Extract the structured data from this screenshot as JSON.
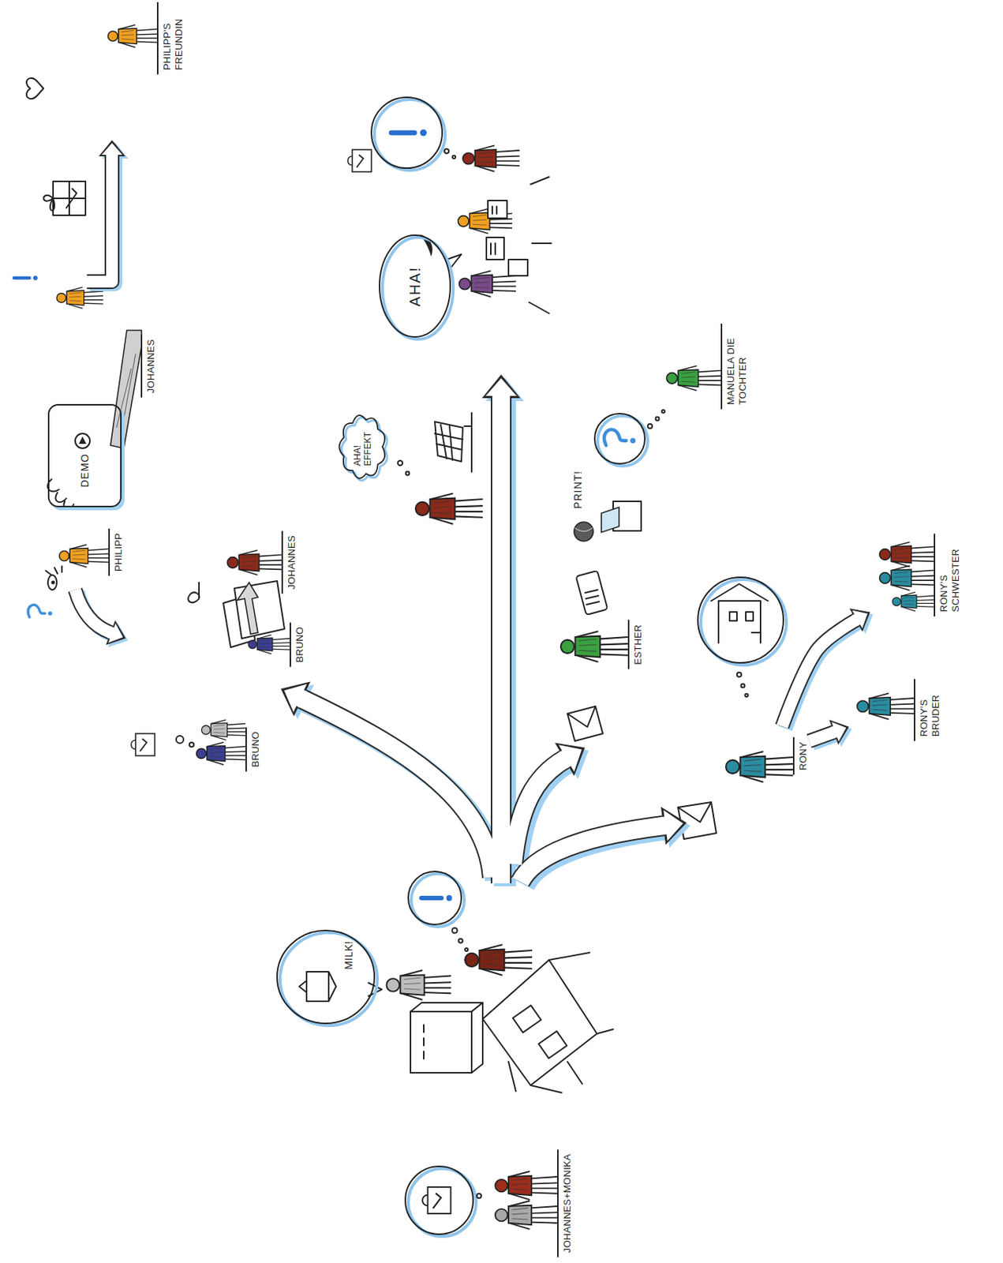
{
  "diagram": {
    "nodes": [
      {
        "text": [
          "JOHANNES+MONIKA"
        ]
      },
      {
        "text": [
          "MILK!"
        ]
      },
      {
        "text": [
          "BRUNO"
        ]
      },
      {
        "text": [
          "PHILIPP"
        ]
      },
      {
        "text": [
          "BRUNO"
        ]
      },
      {
        "text": [
          "JOHANNES"
        ]
      },
      {
        "text": [
          "DEMO"
        ]
      },
      {
        "text": [
          "JOHANNES"
        ]
      },
      {
        "text": [
          "PHILIPP'S FREUNDIN"
        ]
      },
      {
        "text": [
          "AHA! EFFEKT"
        ]
      },
      {
        "text": [
          "AHA!"
        ]
      },
      {
        "text": [
          "ESTHER"
        ]
      },
      {
        "text": [
          "MANUELA DIE TOCHTER"
        ]
      },
      {
        "text": [
          "RONY"
        ]
      },
      {
        "text": [
          "RONY'S BRUDER"
        ]
      },
      {
        "text": [
          "RONY'S SCHWESTER"
        ]
      }
    ],
    "edges": [
      {
        "from": 13,
        "to": 14,
        "arrow": "to"
      },
      {
        "from": 13,
        "to": 15,
        "arrow": "to"
      }
    ],
    "labels": [
      "PRINT!"
    ]
  }
}
